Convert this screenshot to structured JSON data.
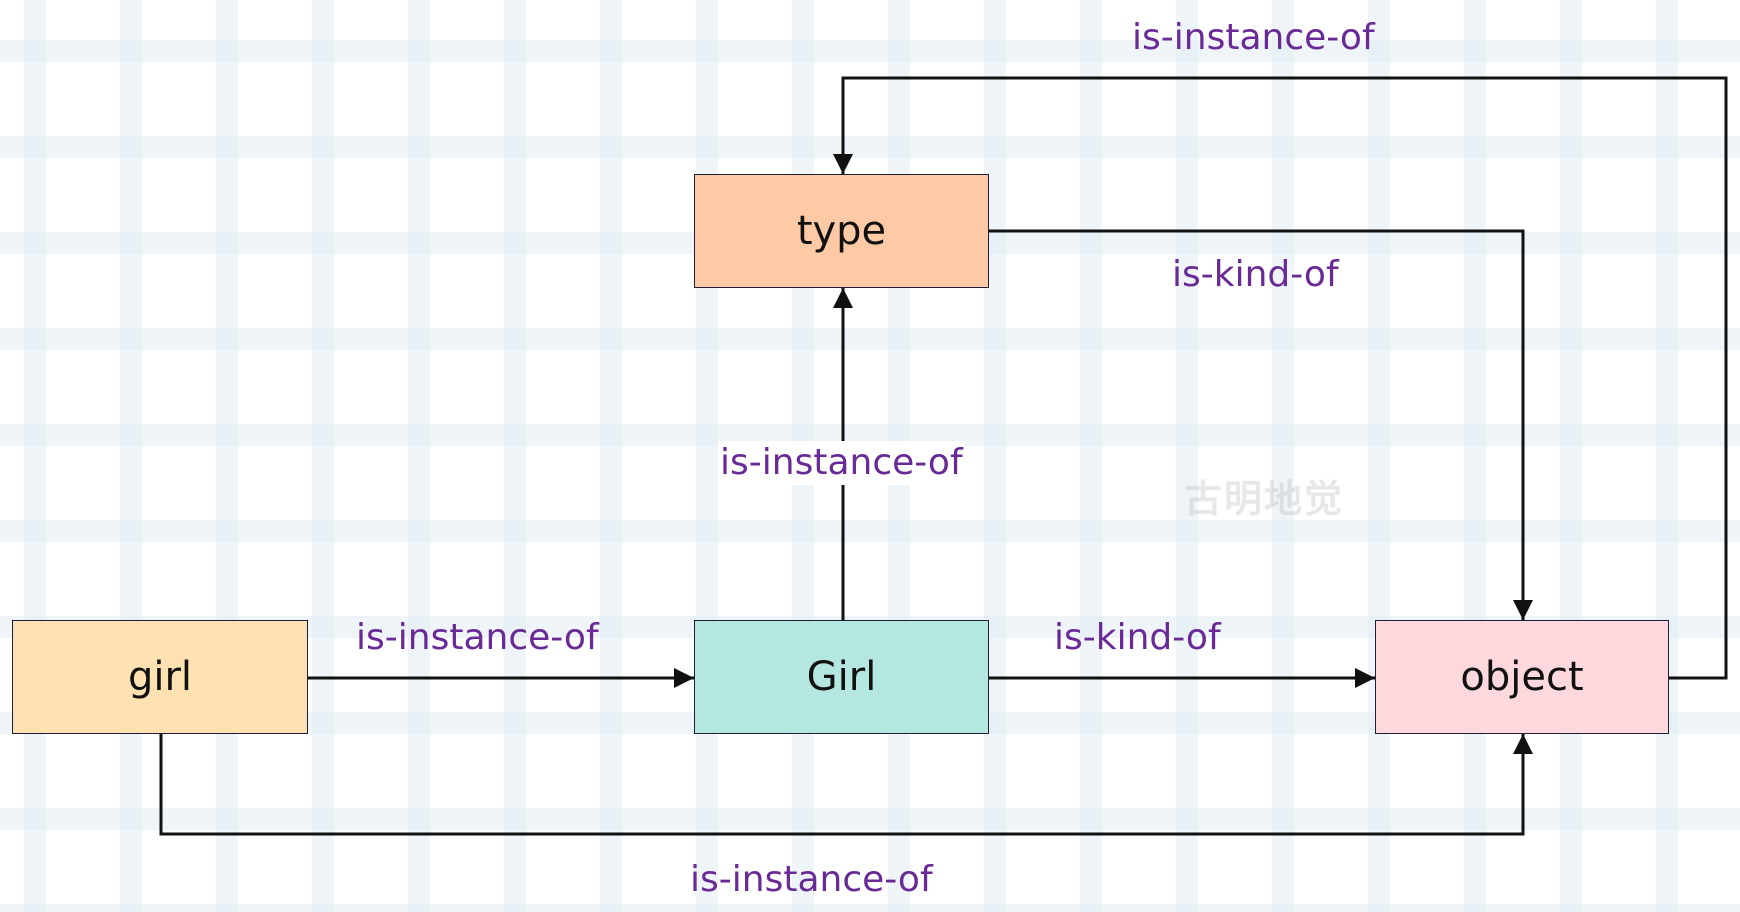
{
  "nodes": {
    "type": "type",
    "girl_instance": "girl",
    "girl_class": "Girl",
    "object": "object"
  },
  "edges": {
    "type_to_object_top": "is-instance-of",
    "type_kind_of_object": "is-kind-of",
    "girl_class_instance_of_type": "is-instance-of",
    "girl_instance_of_girl_class": "is-instance-of",
    "girl_class_kind_of_object": "is-kind-of",
    "girl_instance_of_object": "is-instance-of"
  },
  "watermark": "古明地觉",
  "colors": {
    "type_fill": "#fdcaa5",
    "girl_fill": "#fde1b0",
    "girl_class_fill": "#b3e7df",
    "object_fill": "#fdd8dc",
    "label": "#6a2a96",
    "line": "#111111"
  }
}
